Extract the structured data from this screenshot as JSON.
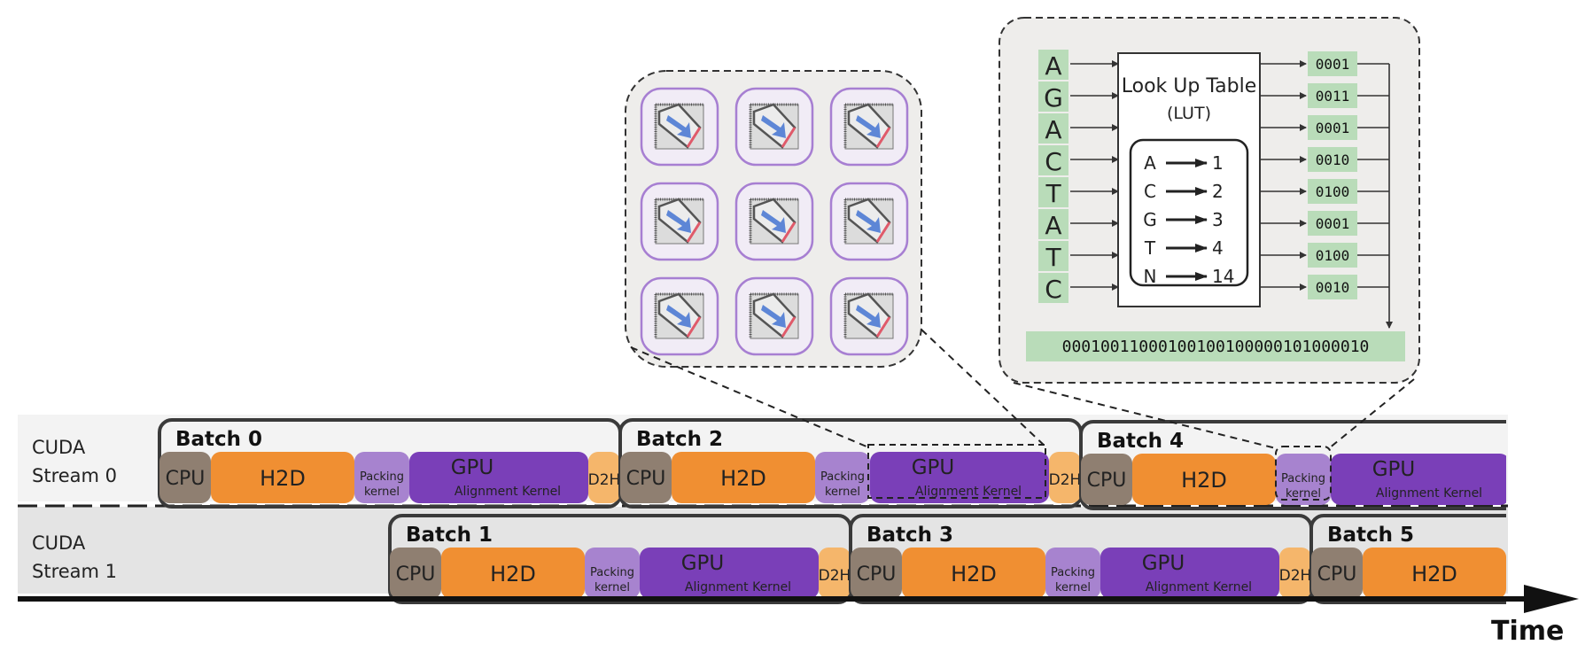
{
  "streams": [
    {
      "label_line1": "CUDA",
      "label_line2": "Stream 0"
    },
    {
      "label_line1": "CUDA",
      "label_line2": "Stream 1"
    }
  ],
  "stage_labels": {
    "cpu": "CPU",
    "h2d": "H2D",
    "packing_line1": "Packing",
    "packing_line2": "kernel",
    "gpu": "GPU",
    "gpu_sub": "Alignment Kernel",
    "d2h": "D2H"
  },
  "batches": [
    "Batch 0",
    "Batch 1",
    "Batch 2",
    "Batch 3",
    "Batch 4",
    "Batch 5"
  ],
  "time_label": "Time",
  "lut": {
    "title_line1": "Look Up Table",
    "title_line2": "(LUT)",
    "sequence": [
      "A",
      "G",
      "A",
      "C",
      "T",
      "A",
      "T",
      "C"
    ],
    "codes": [
      "0001",
      "0011",
      "0001",
      "0010",
      "0100",
      "0001",
      "0100",
      "0010"
    ],
    "mapping": [
      {
        "from": "A",
        "to": "1"
      },
      {
        "from": "C",
        "to": "2"
      },
      {
        "from": "G",
        "to": "3"
      },
      {
        "from": "T",
        "to": "4"
      },
      {
        "from": "N",
        "to": "14"
      }
    ],
    "packed": "00010011000100100100000101000010"
  },
  "colors": {
    "cpu": "#8f7f71",
    "h2d": "#f08f32",
    "packing": "#a783cf",
    "gpu": "#7a3fb8",
    "d2h": "#f5b66b",
    "lut_green": "#b9dcb9",
    "panel_bg": "#eeedeb",
    "stream_bg0": "#f3f3f3",
    "stream_bg1": "#e4e4e4"
  }
}
